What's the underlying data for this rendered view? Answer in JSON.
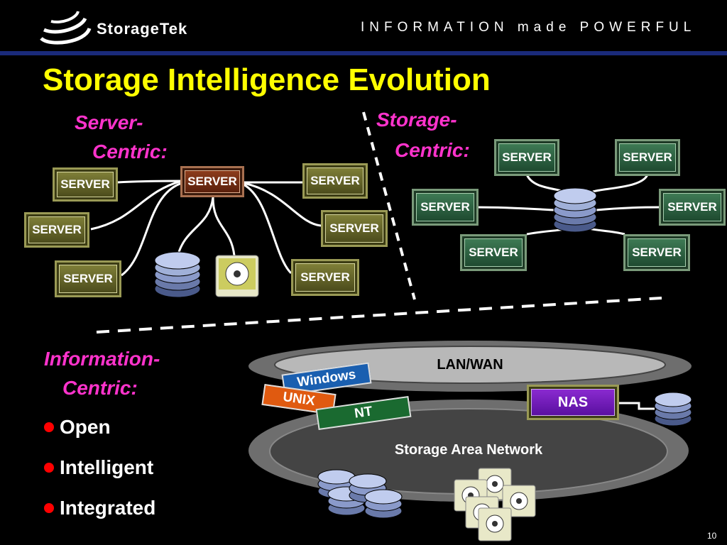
{
  "header": {
    "logo_text": "StorageTek",
    "tagline": "INFORMATION made POWERFUL"
  },
  "slide": {
    "title": "Storage Intelligence Evolution",
    "number": "10"
  },
  "server_centric": {
    "label_line1": "Server-",
    "label_line2": "Centric:",
    "center_server": "SERVER",
    "servers": [
      "SERVER",
      "SERVER",
      "SERVER",
      "SERVER",
      "SERVER",
      "SERVER"
    ]
  },
  "storage_centric": {
    "label_line1": "Storage-",
    "label_line2": "Centric:",
    "servers": [
      "SERVER",
      "SERVER",
      "SERVER",
      "SERVER",
      "SERVER",
      "SERVER"
    ]
  },
  "information_centric": {
    "label_line1": "Information-",
    "label_line2": "Centric:",
    "bullets": [
      "Open",
      "Intelligent",
      "Integrated"
    ],
    "lan_label": "LAN/WAN",
    "san_label": "Storage Area Network",
    "os_tags": [
      "Windows",
      "UNIX",
      "NT"
    ],
    "nas_label": "NAS"
  },
  "colors": {
    "title": "#ffff00",
    "section_label": "#ff33cc",
    "bullet_dot": "#ff0000",
    "header_rule": "#1a2a7a"
  },
  "icons": [
    "storagetek-swirl-icon",
    "disk-stack-icon",
    "tape-cartridge-icon"
  ]
}
